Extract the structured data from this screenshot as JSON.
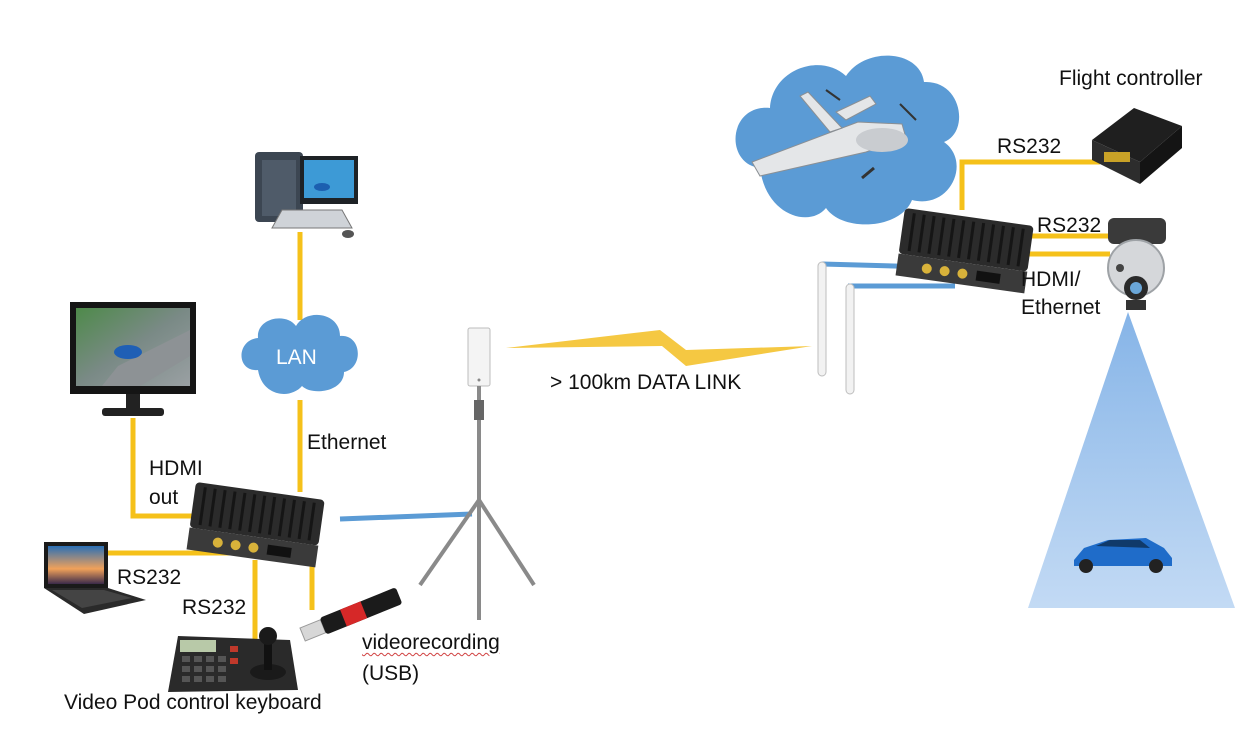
{
  "labels": {
    "flight_controller": "Flight controller",
    "rs232_air_fc": "RS232",
    "rs232_air_cam": "RS232",
    "hdmi_ethernet_line1": "HDMI/",
    "hdmi_ethernet_line2": "Ethernet",
    "data_link": "> 100km  DATA LINK",
    "lan": "LAN",
    "ethernet": "Ethernet",
    "hdmi_out_line1": "HDMI",
    "hdmi_out_line2": "out",
    "rs232_laptop": "RS232",
    "rs232_keyboard": "RS232",
    "videorecording_line1": "videorecording",
    "videorecording_line2": "(USB)",
    "keyboard_caption": "Video Pod control keyboard"
  },
  "colors": {
    "cable": "#f5c11a",
    "rf_link": "#5b9bd5",
    "cloud": "#5b9bd5",
    "bolt": "#f5c842",
    "beam_top": "#8fb8e6",
    "device_body": "#2b2b2b"
  }
}
